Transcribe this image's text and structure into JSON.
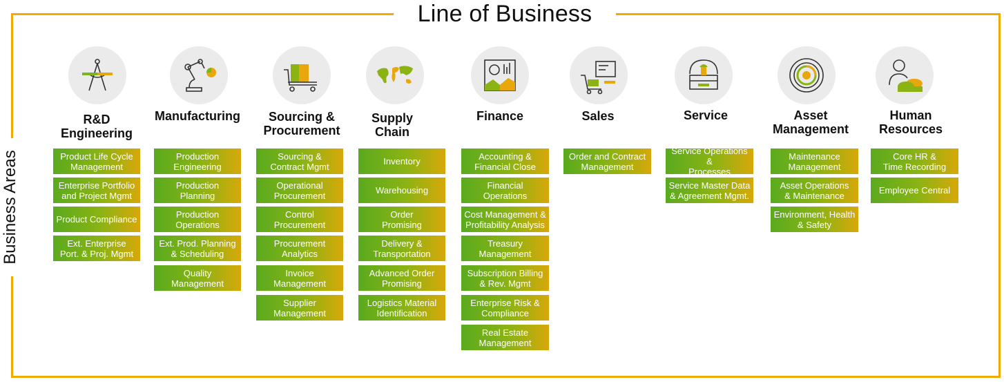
{
  "header": {
    "title": "Line of Business"
  },
  "side": {
    "label": "Business Areas"
  },
  "columns": [
    {
      "title": "R&D\nEngineering",
      "icon": "compass-icon",
      "items": [
        "Product Life Cycle\nManagement",
        "Enterprise Portfolio\nand Project Mgmt",
        "Product Compliance",
        "Ext. Enterprise\nPort. & Proj. Mgmt"
      ]
    },
    {
      "title": "Manufacturing",
      "icon": "robot-arm-icon",
      "items": [
        "Production\nEngineering",
        "Production\nPlanning",
        "Production\nOperations",
        "Ext. Prod. Planning\n& Scheduling",
        "Quality\nManagement"
      ]
    },
    {
      "title": "Sourcing &\nProcurement",
      "icon": "cart-icon",
      "items": [
        "Sourcing &\nContract Mgmt",
        "Operational\nProcurement",
        "Control\nProcurement",
        "Procurement\nAnalytics",
        "Invoice\nManagement",
        "Supplier\nManagement"
      ]
    },
    {
      "title": "Supply\nChain",
      "icon": "world-map-icon",
      "items": [
        "Inventory",
        "Warehousing",
        "Order\nPromising",
        "Delivery &\nTransportation",
        "Advanced Order\nPromising",
        "Logistics Material\nIdentification"
      ]
    },
    {
      "title": "Finance",
      "icon": "finance-report-icon",
      "items": [
        "Accounting &\nFinancial Close",
        "Financial\nOperations",
        "Cost Management &\nProfitability Analysis",
        "Treasury\nManagement",
        "Subscription Billing\n& Rev. Mgmt",
        "Enterprise Risk &\nCompliance",
        "Real Estate\nManagement"
      ]
    },
    {
      "title": "Sales",
      "icon": "sales-cart-icon",
      "items": [
        "Order and Contract\nManagement"
      ]
    },
    {
      "title": "Service",
      "icon": "service-desk-icon",
      "items": [
        "Service Operations &\nProcesses",
        "Service Master Data\n& Agreement Mgmt."
      ]
    },
    {
      "title": "Asset\nManagement",
      "icon": "target-icon",
      "items": [
        "Maintenance\nManagement",
        "Asset Operations\n& Maintenance",
        "Environment, Health\n& Safety"
      ]
    },
    {
      "title": "Human\nResources",
      "icon": "person-icon",
      "items": [
        "Core HR &\nTime Recording",
        "Employee Central"
      ]
    }
  ],
  "colors": {
    "frame": "#f0ab00",
    "box_start": "#5aaa1e",
    "box_end": "#d7a80a",
    "circle": "#ebebeb"
  }
}
